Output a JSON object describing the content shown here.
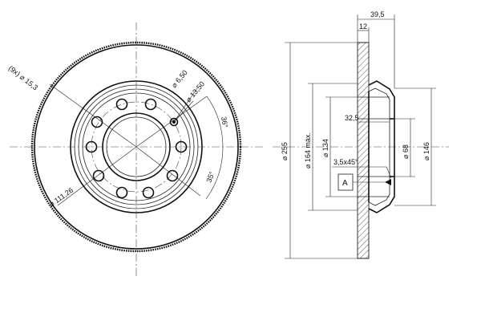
{
  "front_view": {
    "labels": {
      "holes": "(9x) ⌀ 15,3",
      "d6_50": "⌀ 6,50",
      "d13_50": "⌀ 13,50",
      "angle_top": "36°",
      "angle_bottom": "35°",
      "pcd": "⌀ 111,26"
    }
  },
  "side_view": {
    "labels": {
      "width": "39,5",
      "thickness": "12",
      "d255": "⌀ 255",
      "d164": "⌀ 164 máx.",
      "d134": "⌀ 134",
      "d68": "⌀ 68",
      "d146": "⌀ 146",
      "depth": "32,5",
      "chamfer": "3,5x45°",
      "datum": "A"
    }
  }
}
